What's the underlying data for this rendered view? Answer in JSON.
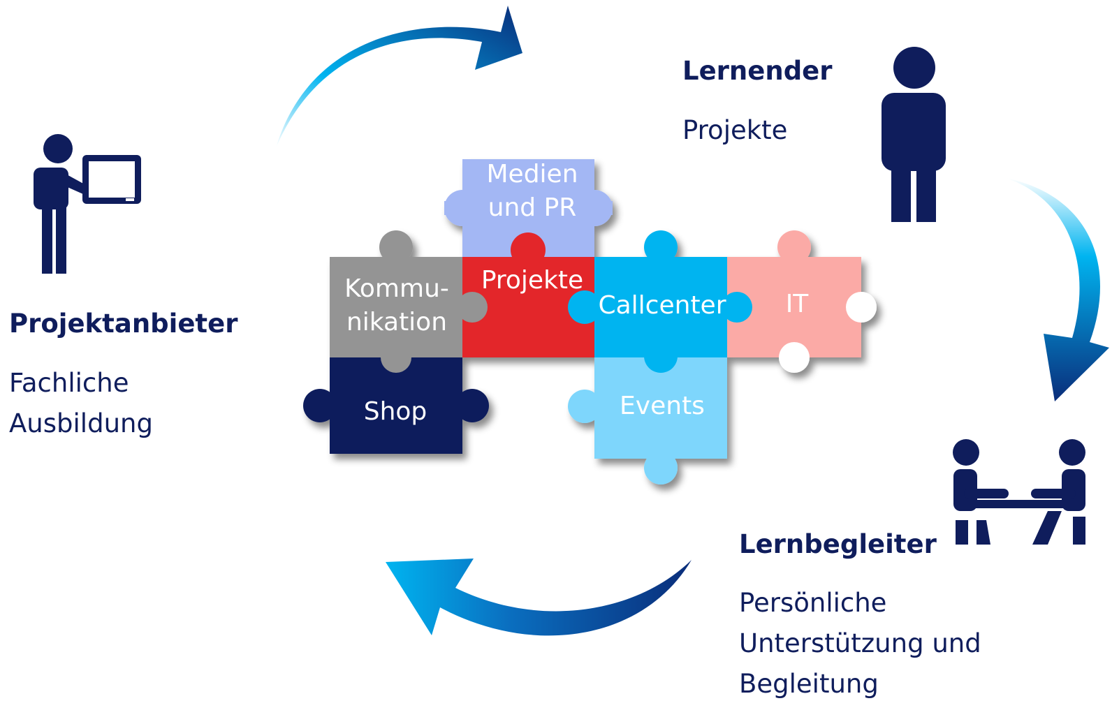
{
  "colors": {
    "navy": "#0f1d5c",
    "arrow_light": "#00b4f0",
    "arrow_dark": "#0a2d7a",
    "piece_medien": "#a3b7f4",
    "piece_kommunikation": "#949494",
    "piece_projekte": "#e3262c",
    "piece_callcenter": "#00b4f0",
    "piece_it": "#fbaaa6",
    "piece_shop": "#0f1d5c",
    "piece_events": "#7ed6fc"
  },
  "roles": {
    "lernender": {
      "title": "Lernender",
      "text": "Projekte",
      "icon": "standing-person-icon"
    },
    "projektanbieter": {
      "title": "Projektanbieter",
      "lines": [
        "Fachliche",
        "Ausbildung"
      ],
      "icon": "presenter-at-screen-icon"
    },
    "lernbegleiter": {
      "title": "Lernbegleiter",
      "lines": [
        "Persönliche",
        "Unterstützung und",
        "Begleitung"
      ],
      "icon": "two-people-at-table-icon"
    }
  },
  "pieces": {
    "medien": {
      "lines": [
        "Medien",
        "und  PR"
      ]
    },
    "kommunikation": {
      "lines": [
        "Kommu-",
        "nikation"
      ]
    },
    "projekte": {
      "label": "Projekte"
    },
    "callcenter": {
      "label": "Callcenter"
    },
    "it": {
      "label": "IT"
    },
    "shop": {
      "label": "Shop"
    },
    "events": {
      "label": "Events"
    }
  }
}
